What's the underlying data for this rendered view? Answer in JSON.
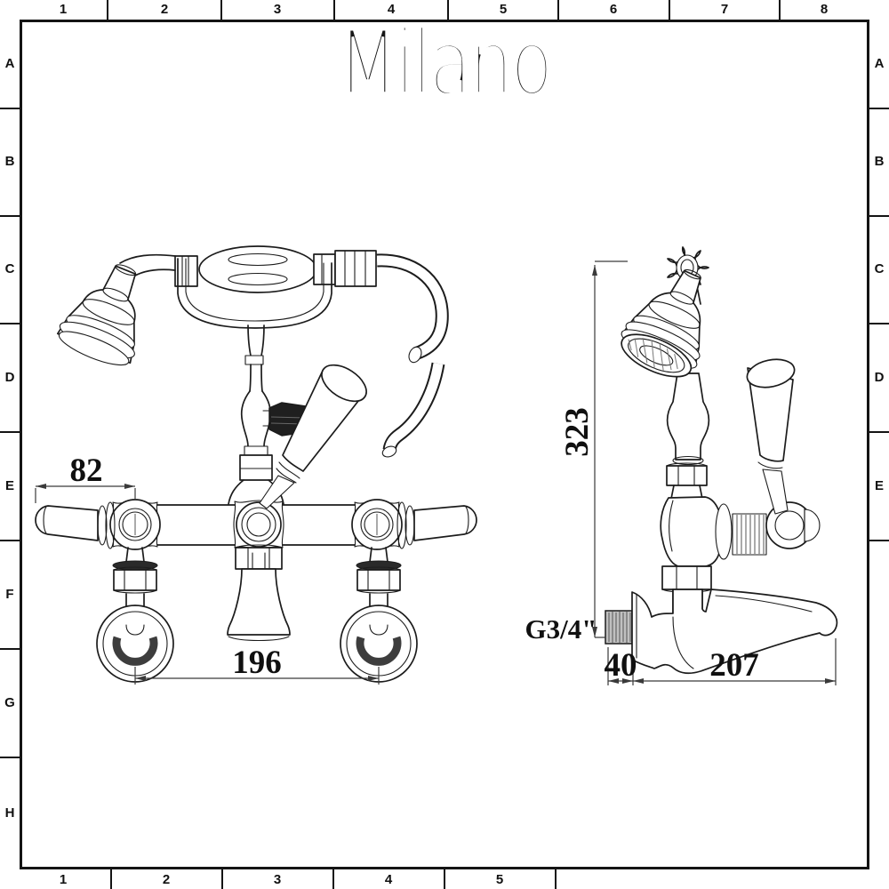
{
  "brand": {
    "logo_text": "Milano"
  },
  "grid": {
    "top_labels": [
      "1",
      "2",
      "3",
      "4",
      "5",
      "6",
      "7",
      "8"
    ],
    "bottom_labels": [
      "1",
      "2",
      "3",
      "4",
      "5"
    ],
    "left_labels": [
      "A",
      "B",
      "C",
      "D",
      "E",
      "F",
      "G",
      "H"
    ],
    "right_labels": [
      "A",
      "B",
      "C",
      "D",
      "E"
    ]
  },
  "front_view": {
    "dim_handle_to_valve_centre_mm": "82",
    "dim_inlet_centres_mm": "196"
  },
  "side_view": {
    "dim_overall_height_mm": "323",
    "dim_wall_to_flange_mm": "40",
    "dim_flange_to_spout_tip_mm": "207",
    "inlet_thread_label": "G3/4\""
  },
  "colors": {
    "paper": "#ffffff",
    "line": "#1c1c1c",
    "dimension": "#3a3a3a",
    "knob_fill": "#1f1f1f",
    "thread_fill": "#c0c0c0",
    "socket_shadow": "#3d3d3d"
  }
}
